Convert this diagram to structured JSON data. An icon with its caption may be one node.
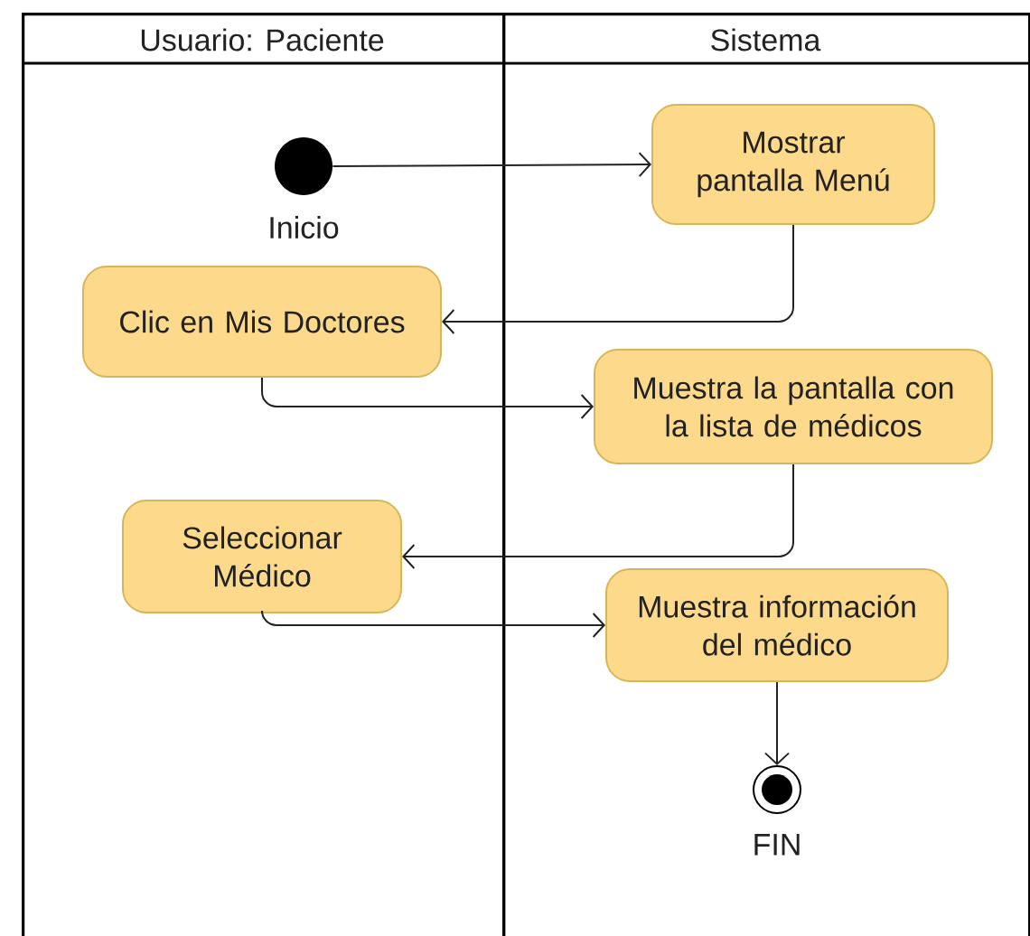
{
  "diagram": {
    "nodes": [
      {
        "text": [
          "Usuario: Paciente"
        ]
      },
      {
        "text": [
          "Sistema"
        ]
      },
      {
        "text": [],
        "shape": "circle",
        "beside": [
          "Inicio"
        ],
        "in": 0
      },
      {
        "text": [
          "Mostrar pantalla Menú"
        ],
        "in": 1
      },
      {
        "text": [
          "Clic en Mis Doctores"
        ],
        "in": 0
      },
      {
        "text": [
          "Muestra la pantalla con la lista de médicos"
        ],
        "in": 1
      },
      {
        "text": [
          "Seleccionar Médico"
        ],
        "in": 0
      },
      {
        "text": [
          "Muestra información del médico"
        ],
        "in": 1
      },
      {
        "text": [],
        "shape": "bullseye",
        "beside": [
          "FIN"
        ],
        "in": 1
      }
    ],
    "edges": [
      {
        "from": 2,
        "to": 3,
        "arrow": "to"
      },
      {
        "from": 3,
        "to": 4,
        "arrow": "to"
      },
      {
        "from": 4,
        "to": 5,
        "arrow": "to"
      },
      {
        "from": 5,
        "to": 6,
        "arrow": "to"
      },
      {
        "from": 6,
        "to": 7,
        "arrow": "to"
      },
      {
        "from": 7,
        "to": 8,
        "arrow": "to"
      }
    ]
  }
}
